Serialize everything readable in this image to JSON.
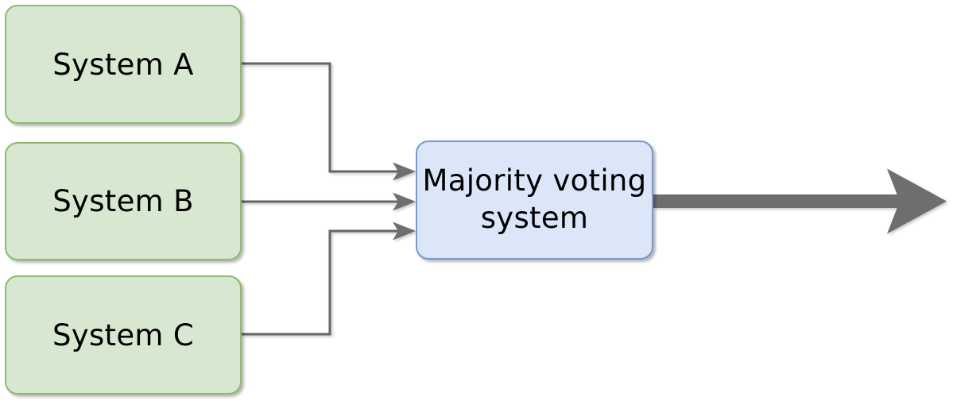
{
  "diagram": {
    "background": "#ffffff",
    "nodes": [
      {
        "id": "system-a",
        "label": "System A",
        "shape": "rounded-rect",
        "fill": "#d8e8d0",
        "border": "#8cba6e"
      },
      {
        "id": "system-b",
        "label": "System B",
        "shape": "rounded-rect",
        "fill": "#d8e8d0",
        "border": "#8cba6e"
      },
      {
        "id": "system-c",
        "label": "System C",
        "shape": "rounded-rect",
        "fill": "#d8e8d0",
        "border": "#8cba6e"
      },
      {
        "id": "majority-voting-system",
        "label": "Majority voting system",
        "label_lines": [
          "Majority voting",
          "system"
        ],
        "shape": "rounded-rect",
        "fill": "#dbe6f8",
        "border": "#7b97cc"
      }
    ],
    "edges": [
      {
        "from": "system-a",
        "to": "majority-voting-system",
        "style": "elbow-arrow"
      },
      {
        "from": "system-b",
        "to": "majority-voting-system",
        "style": "straight-arrow"
      },
      {
        "from": "system-c",
        "to": "majority-voting-system",
        "style": "elbow-arrow"
      },
      {
        "from": "majority-voting-system",
        "to": "output",
        "style": "thick-arrow"
      }
    ],
    "colors": {
      "connector": "#666666",
      "arrowhead": "#6e6e6e",
      "thick_arrow": "#6e6e6e",
      "text": "#000000"
    }
  }
}
